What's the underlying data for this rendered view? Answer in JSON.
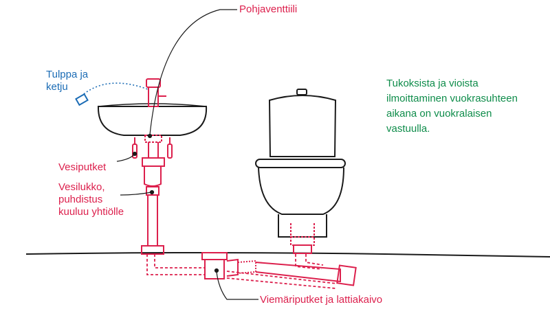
{
  "labels": {
    "bottom_valve": "Pohjaventtiili",
    "plug_and_chain": "Tulppa ja ketju",
    "water_pipes": "Vesiputket",
    "water_trap": "Vesilukko, puhdistus kuuluu yhtiölle",
    "drain_pipes": "Viemäriputket ja lattiakaivo"
  },
  "info_note": "Tukoksista ja vioista ilmoittaminen vuokrasuhteen aikana on vuokralaisen vastuulla.",
  "colors": {
    "tenant_parts": "#dc1f4c",
    "company_parts": "#1b6cb5",
    "note_text": "#0e8c4a",
    "fixture_outline": "#1a1a1a",
    "pointer_lines": "#1a1a1a"
  },
  "icons": [
    "sink-icon",
    "faucet-icon",
    "toilet-icon",
    "sink-plug-icon",
    "floor-drain-icon"
  ]
}
